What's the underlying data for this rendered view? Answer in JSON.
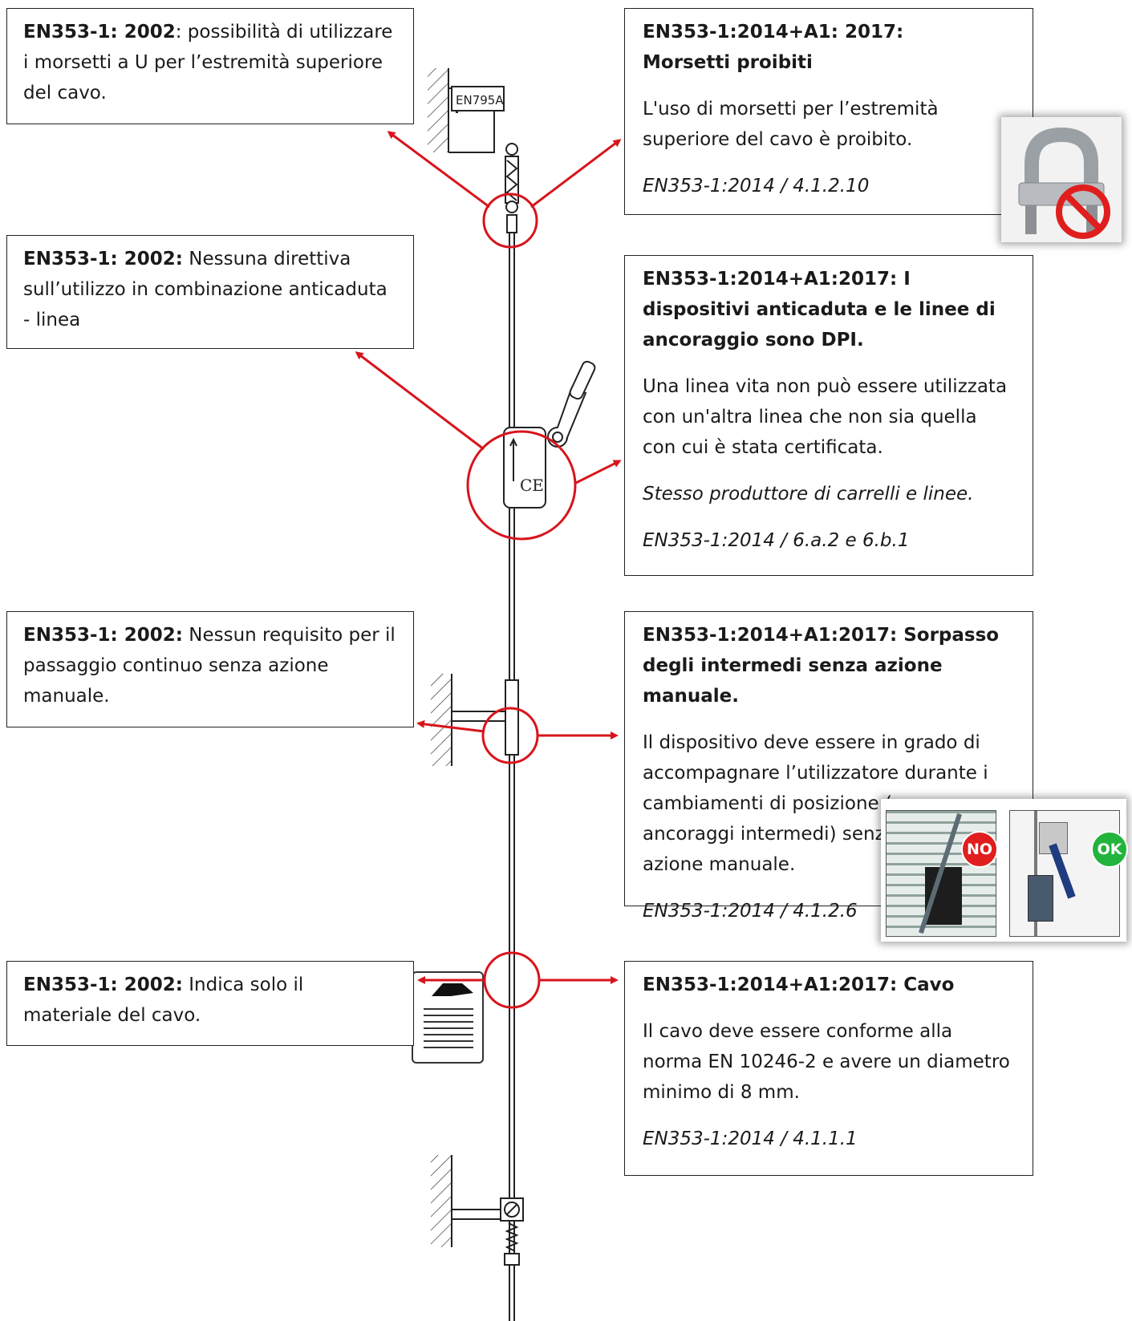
{
  "boxes": {
    "left1": {
      "title": "EN353-1: 2002",
      "body": ": possibilità di utilizzare i morsetti a U per l’estremità superiore del cavo."
    },
    "left2": {
      "title": "EN353-1: 2002:",
      "body": " Nessuna direttiva sull’utilizzo in combinazione anticaduta - linea"
    },
    "left3": {
      "title": "EN353-1: 2002:",
      "body": " Nessun requisito per il passaggio continuo senza azione manuale."
    },
    "left4": {
      "title": "EN353-1: 2002:",
      "body": " Indica solo il materiale del cavo."
    },
    "right1": {
      "title": "EN353-1:2014+A1: 2017: Morsetti proibiti",
      "body": "L'uso di morsetti per l’estremità superiore del cavo è proibito.",
      "ref": "EN353-1:2014 / 4.1.2.10"
    },
    "right2": {
      "title": "EN353-1:2014+A1:2017: I dispositivi anticaduta e le linee di ancoraggio sono DPI.",
      "body": "Una linea vita non può essere utilizzata con un'altra linea che non sia quella con cui è stata certificata.",
      "note": "Stesso produttore di carrelli e linee.",
      "ref": "EN353-1:2014 / 6.a.2 e 6.b.1"
    },
    "right3": {
      "title": "EN353-1:2014+A1:2017: Sorpasso degli intermedi senza azione manuale.",
      "body": "Il dispositivo deve essere in grado di accompagnare l’utilizzatore durante i cambiamenti di posizione (es. ancoraggi intermedi) senza alcuna azione manuale.",
      "ref": "EN353-1:2014 / 4.1.2.6"
    },
    "right4": {
      "title": "EN353-1:2014+A1:2017: Cavo",
      "body": "Il cavo deve essere conforme alla norma EN 10246-2 e avere un diametro minimo di 8 mm.",
      "ref": "EN353-1:2014 / 4.1.1.1"
    }
  },
  "diagram": {
    "anchor_label": "EN795A",
    "ce_mark": "CE",
    "badge_no": "NO",
    "badge_ok": "OK"
  },
  "colors": {
    "callout_red": "#d8141c",
    "badge_no": "#e01e1e",
    "badge_ok": "#22b43c",
    "line": "#222222"
  }
}
